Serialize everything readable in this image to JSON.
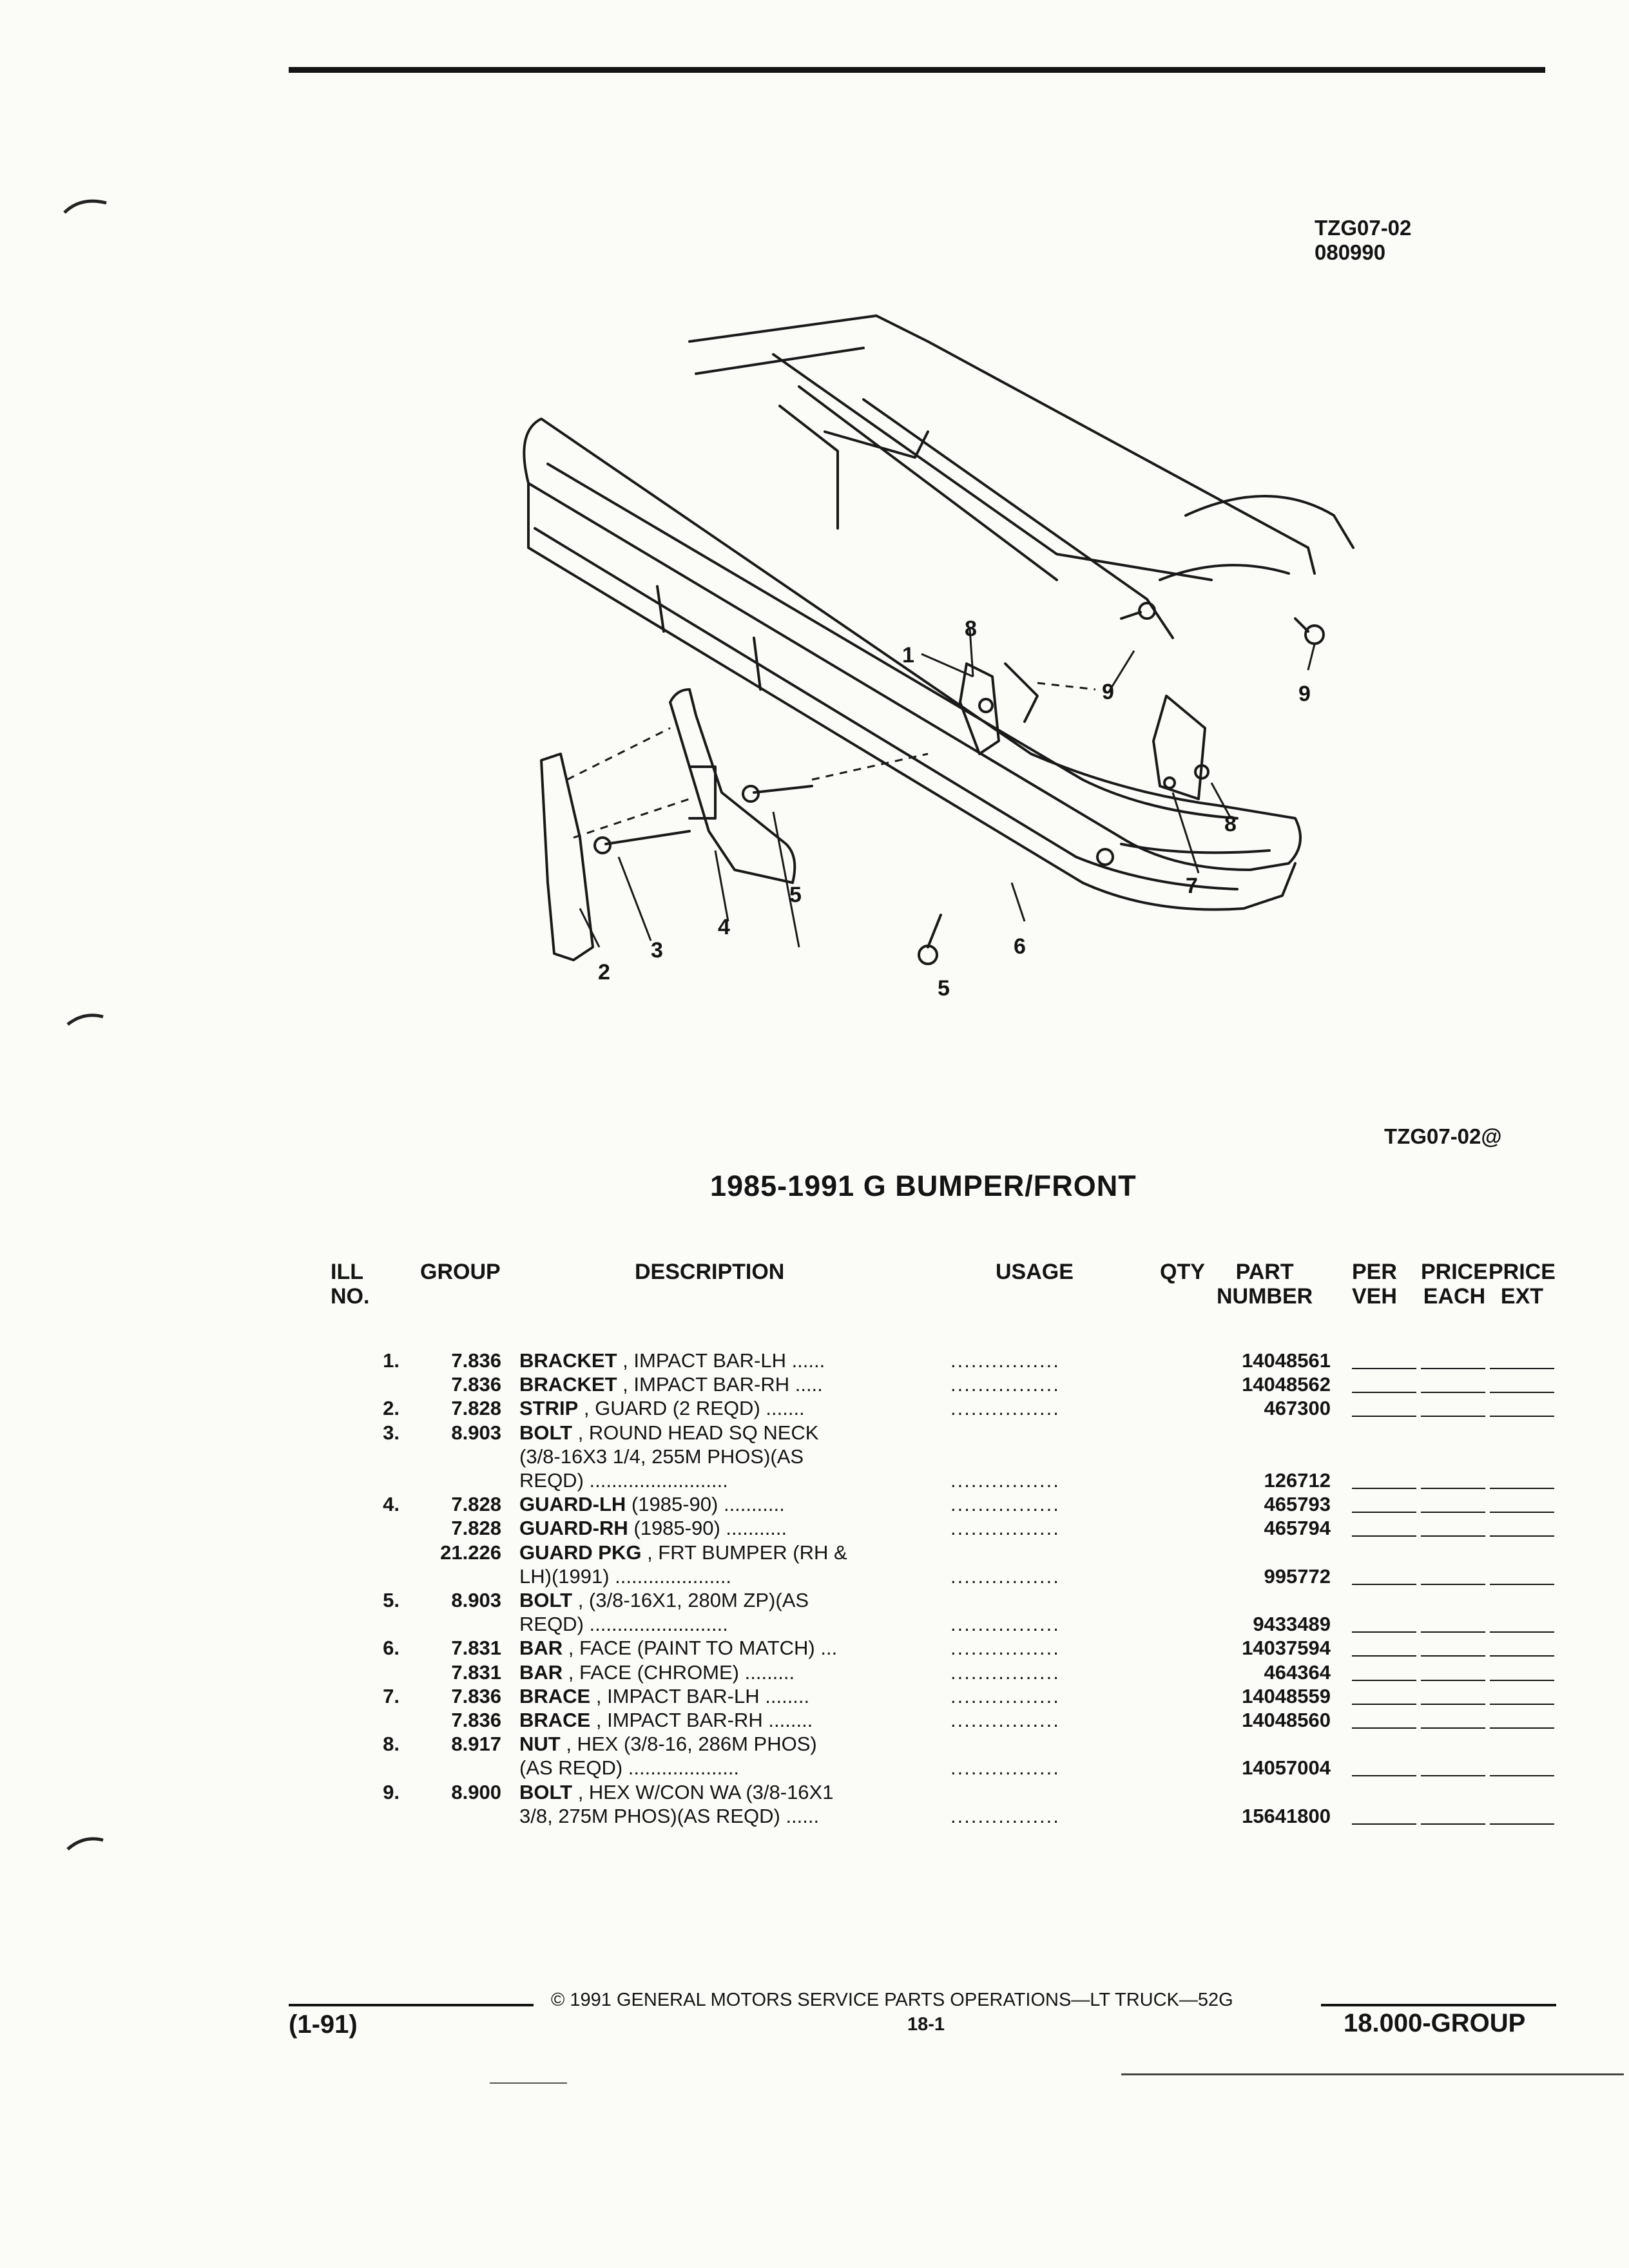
{
  "ref_code": {
    "line1": "TZG07-02",
    "line2": "080990"
  },
  "figure_code": "TZG07-02@",
  "title": "1985-1991 G BUMPER/FRONT",
  "callouts": [
    "1",
    "2",
    "3",
    "4",
    "5",
    "5",
    "6",
    "7",
    "8",
    "8",
    "9",
    "9"
  ],
  "headers": {
    "ill": "ILL",
    "ill2": "NO.",
    "group": "GROUP",
    "description": "DESCRIPTION",
    "usage": "USAGE",
    "qty": "QTY",
    "part": "PART",
    "part2": "NUMBER",
    "per": "PER",
    "per2": "VEH",
    "price_each": "PRICE",
    "price_each2": "EACH",
    "price_ext": "PRICE",
    "price_ext2": "EXT"
  },
  "rows": [
    {
      "ill": "1.",
      "group": "7.836",
      "name": "BRACKET",
      "desc": " , IMPACT BAR-LH ......",
      "usage": "................",
      "part": "14048561"
    },
    {
      "ill": "",
      "group": "7.836",
      "name": "BRACKET",
      "desc": " , IMPACT BAR-RH .....",
      "usage": "................",
      "part": "14048562"
    },
    {
      "ill": "2.",
      "group": "7.828",
      "name": "STRIP",
      "desc": " , GUARD (2 REQD) .......",
      "usage": "................",
      "part": "467300"
    },
    {
      "ill": "3.",
      "group": "8.903",
      "name": "BOLT",
      "desc": " , ROUND HEAD SQ NECK",
      "usage": "",
      "part": ""
    },
    {
      "ill": "",
      "group": "",
      "name": "",
      "desc": "(3/8-16X3 1/4, 255M PHOS)(AS",
      "usage": "",
      "part": ""
    },
    {
      "ill": "",
      "group": "",
      "name": "",
      "desc": "REQD) .........................",
      "usage": "................",
      "part": "126712"
    },
    {
      "ill": "4.",
      "group": "7.828",
      "name": "GUARD-LH",
      "desc": " (1985-90) ...........",
      "usage": "................",
      "part": "465793"
    },
    {
      "ill": "",
      "group": "7.828",
      "name": "GUARD-RH",
      "desc": " (1985-90) ...........",
      "usage": "................",
      "part": "465794"
    },
    {
      "ill": "",
      "group": "21.226",
      "name": "GUARD PKG",
      "desc": " , FRT BUMPER (RH &",
      "usage": "",
      "part": ""
    },
    {
      "ill": "",
      "group": "",
      "name": "",
      "desc": "LH)(1991) .....................",
      "usage": "................",
      "part": "995772"
    },
    {
      "ill": "5.",
      "group": "8.903",
      "name": "BOLT",
      "desc": " , (3/8-16X1, 280M ZP)(AS",
      "usage": "",
      "part": ""
    },
    {
      "ill": "",
      "group": "",
      "name": "",
      "desc": "REQD) .........................",
      "usage": "................",
      "part": "9433489"
    },
    {
      "ill": "6.",
      "group": "7.831",
      "name": "BAR",
      "desc": " , FACE (PAINT TO MATCH) ...",
      "usage": "................",
      "part": "14037594"
    },
    {
      "ill": "",
      "group": "7.831",
      "name": "BAR",
      "desc": " , FACE (CHROME) .........",
      "usage": "................",
      "part": "464364"
    },
    {
      "ill": "7.",
      "group": "7.836",
      "name": "BRACE",
      "desc": " , IMPACT BAR-LH ........",
      "usage": "................",
      "part": "14048559"
    },
    {
      "ill": "",
      "group": "7.836",
      "name": "BRACE",
      "desc": " , IMPACT BAR-RH ........",
      "usage": "................",
      "part": "14048560"
    },
    {
      "ill": "8.",
      "group": "8.917",
      "name": "NUT",
      "desc": " , HEX (3/8-16, 286M PHOS)",
      "usage": "",
      "part": ""
    },
    {
      "ill": "",
      "group": "",
      "name": "",
      "desc": "(AS REQD) ....................",
      "usage": "................",
      "part": "14057004"
    },
    {
      "ill": "9.",
      "group": "8.900",
      "name": "BOLT",
      "desc": " , HEX W/CON WA (3/8-16X1",
      "usage": "",
      "part": ""
    },
    {
      "ill": "",
      "group": "",
      "name": "",
      "desc": "3/8, 275M PHOS)(AS REQD) ......",
      "usage": "................",
      "part": "15641800"
    }
  ],
  "footer": {
    "date": "(1-91)",
    "copyright": "© 1991 GENERAL MOTORS SERVICE PARTS OPERATIONS—LT TRUCK—52G",
    "page": "18-1",
    "group": "18.000-GROUP"
  }
}
